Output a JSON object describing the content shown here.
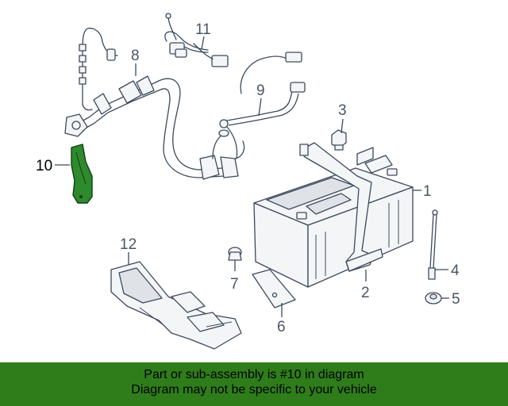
{
  "diagram": {
    "callouts": [
      {
        "id": "1",
        "label": "1"
      },
      {
        "id": "2",
        "label": "2"
      },
      {
        "id": "3",
        "label": "3"
      },
      {
        "id": "4",
        "label": "4"
      },
      {
        "id": "5",
        "label": "5"
      },
      {
        "id": "6",
        "label": "6"
      },
      {
        "id": "7",
        "label": "7"
      },
      {
        "id": "8",
        "label": "8"
      },
      {
        "id": "9",
        "label": "9"
      },
      {
        "id": "10",
        "label": "10"
      },
      {
        "id": "11",
        "label": "11"
      },
      {
        "id": "12",
        "label": "12"
      }
    ],
    "highlighted_part": "10",
    "highlight_color": "#2d8a2d"
  },
  "banner": {
    "line1": "Part or sub-assembly is #10 in diagram",
    "line2": "Diagram may not be specific to your vehicle",
    "background": "#2f7d1a"
  }
}
